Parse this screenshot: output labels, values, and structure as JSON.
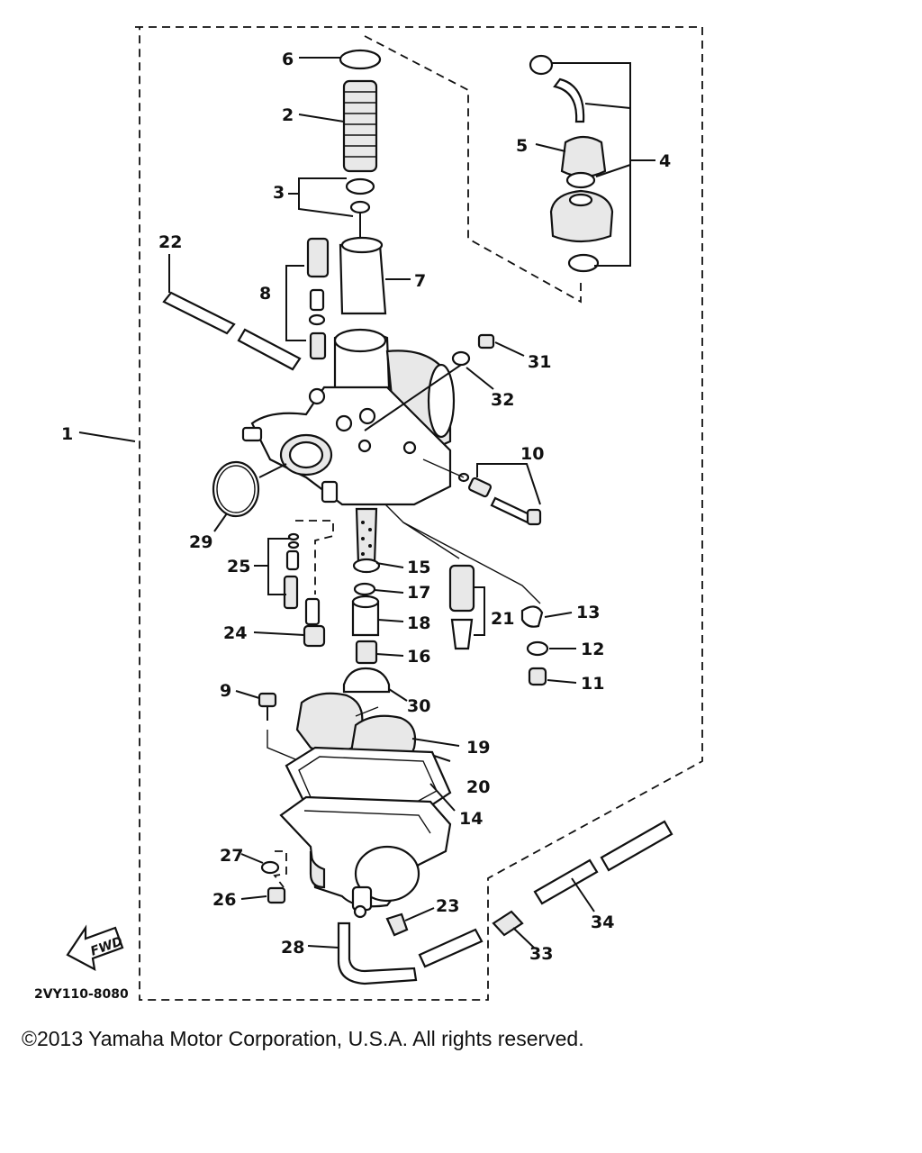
{
  "diagram_code": "2VY110-8080",
  "fwd_label": "FWD",
  "copyright": "©2013 Yamaha Motor Corporation, U.S.A. All rights reserved.",
  "callouts": [
    "1",
    "2",
    "3",
    "4",
    "5",
    "6",
    "7",
    "8",
    "9",
    "10",
    "11",
    "12",
    "13",
    "14",
    "15",
    "16",
    "17",
    "18",
    "19",
    "20",
    "21",
    "22",
    "23",
    "24",
    "25",
    "26",
    "27",
    "28",
    "29",
    "30",
    "31",
    "32",
    "33",
    "34"
  ]
}
